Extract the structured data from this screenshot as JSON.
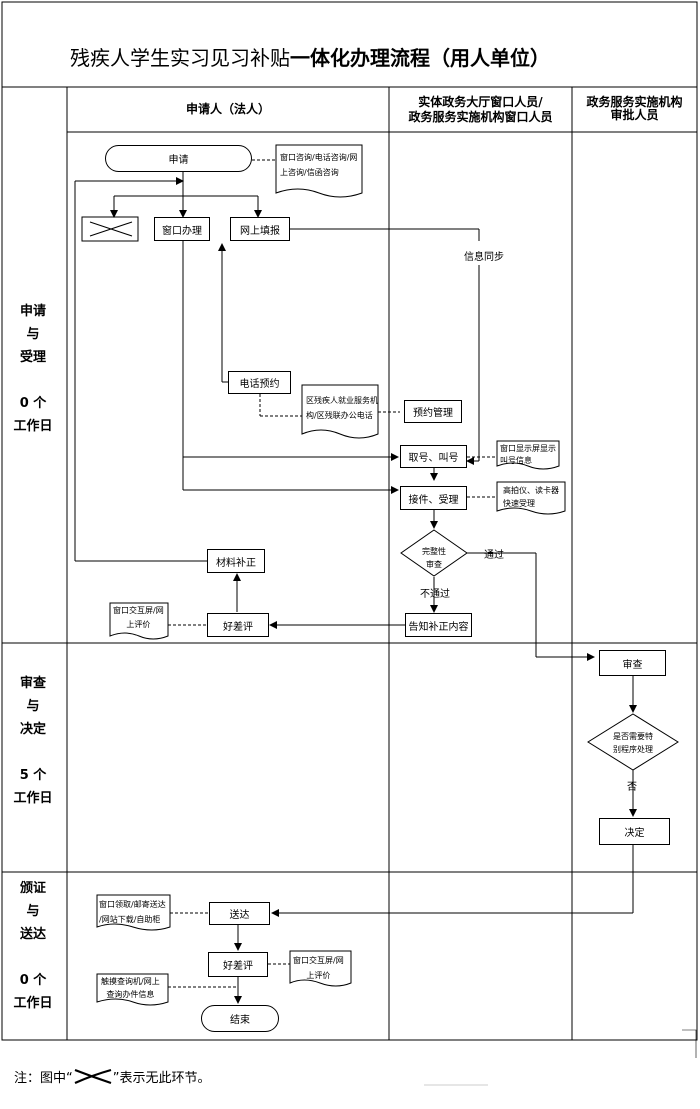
{
  "title": {
    "prefix": "残疾人学生实习见习补贴",
    "bold": "一体化办理流程（用人单位）"
  },
  "columns": {
    "applicant": "申请人（法人）",
    "window_line1": "实体政务大厅窗口人员/",
    "window_line2": "政务服务实施机构窗口人员",
    "approver_line1": "政务服务实施机构",
    "approver_line2": "审批人员"
  },
  "stages": [
    {
      "lines": [
        "申请",
        "与",
        "受理"
      ],
      "days": [
        "0 个",
        "工作日"
      ]
    },
    {
      "lines": [
        "审查",
        "与",
        "决定"
      ],
      "days": [
        "5 个",
        "工作日"
      ]
    },
    {
      "lines": [
        "颁证",
        "与",
        "送达"
      ],
      "days": [
        "0 个",
        "工作日"
      ]
    }
  ],
  "nodes": {
    "apply": "申请",
    "window_handle": "窗口办理",
    "online_fill": "网上填报",
    "phone_booking": "电话预约",
    "booking_mgmt": "预约管理",
    "take_number": "取号、叫号",
    "receive_accept": "接件、受理",
    "completeness_1": "完整性",
    "completeness_2": "审查",
    "supplement": "材料补正",
    "rating_1": "好差评",
    "notify_supplement": "告知补正内容",
    "review": "审查",
    "special_1": "是否需要特",
    "special_2": "别程序处理",
    "decision": "决定",
    "deliver": "送达",
    "rating_2": "好差评",
    "end": "结束"
  },
  "notes": {
    "consult_1": "窗口咨询/电话咨询/网",
    "consult_2": "上咨询/信函咨询",
    "district_1": "区残疾人就业服务机",
    "district_2": "构/区残联办公电话",
    "screen_1": "窗口显示屏显示",
    "screen_2": "叫号信息",
    "scanner_1": "高拍仪、读卡器",
    "scanner_2": "快速受理",
    "terminal_1": "窗口交互屏/网",
    "terminal_2": "上评价",
    "pickup_1": "窗口领取/邮寄送达",
    "pickup_2": "/网站下载/自助柜",
    "terminal2_1": "窗口交互屏/网",
    "terminal2_2": "上评价",
    "touch_1": "触摸查询机/网上",
    "touch_2": "查询办件信息"
  },
  "edges": {
    "sync": "信息同步",
    "pass": "通过",
    "fail": "不通过",
    "no": "否"
  },
  "footnote": {
    "before": "注：图中“",
    "after": "”表示无此环节。"
  }
}
